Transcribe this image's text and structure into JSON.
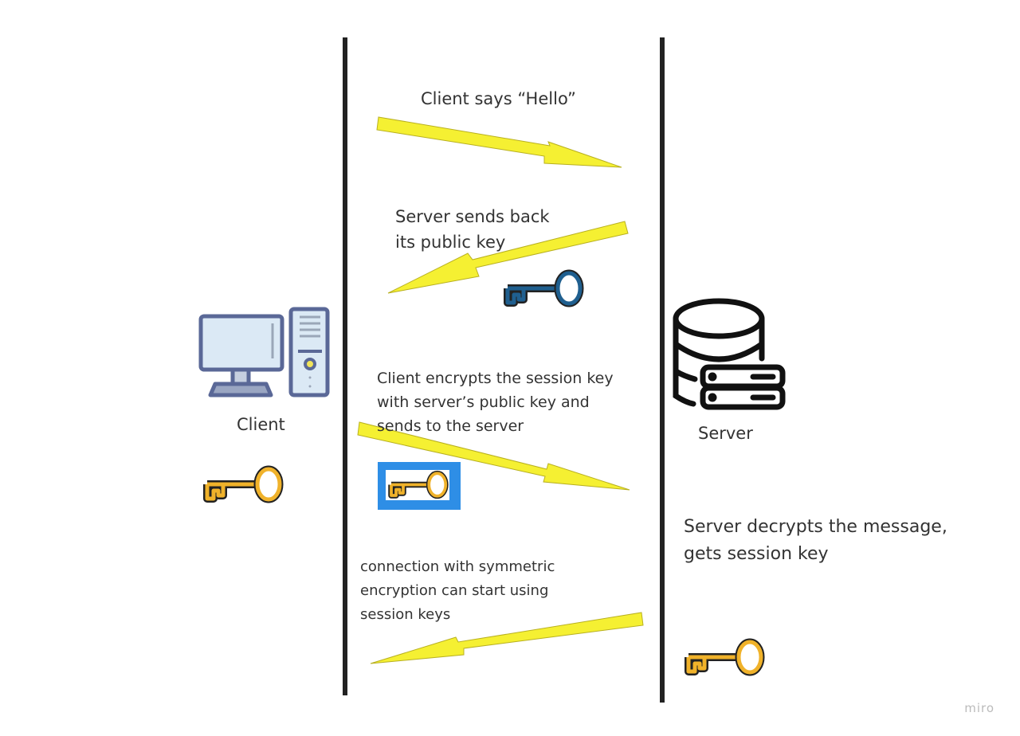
{
  "actors": {
    "client_label": "Client",
    "server_label": "Server"
  },
  "steps": [
    {
      "text": "Client says “Hello”"
    },
    {
      "text_lines": [
        "Server sends back",
        "its public key"
      ]
    },
    {
      "text_lines": [
        "Client encrypts the session key",
        "with server’s public key and",
        "sends to the server"
      ]
    },
    {
      "text_lines": [
        "Server decrypts the message,",
        "gets session key"
      ]
    },
    {
      "text_lines": [
        "connection with symmetric",
        "encryption can start using",
        "session keys"
      ]
    }
  ],
  "watermark": "miro",
  "colors": {
    "arrow": "#f5f032",
    "arrow_stroke": "#b8b020",
    "lifeline": "#222222",
    "public_key": "#1f5f8f",
    "session_key": "#f0b22a",
    "key_frame": "#2e8ee6",
    "client_icon": "#5a6897",
    "client_fill": "#dbe9f5"
  },
  "icons": [
    "desktop-computer-icon",
    "database-server-icon",
    "public-key-icon",
    "session-key-icon"
  ]
}
